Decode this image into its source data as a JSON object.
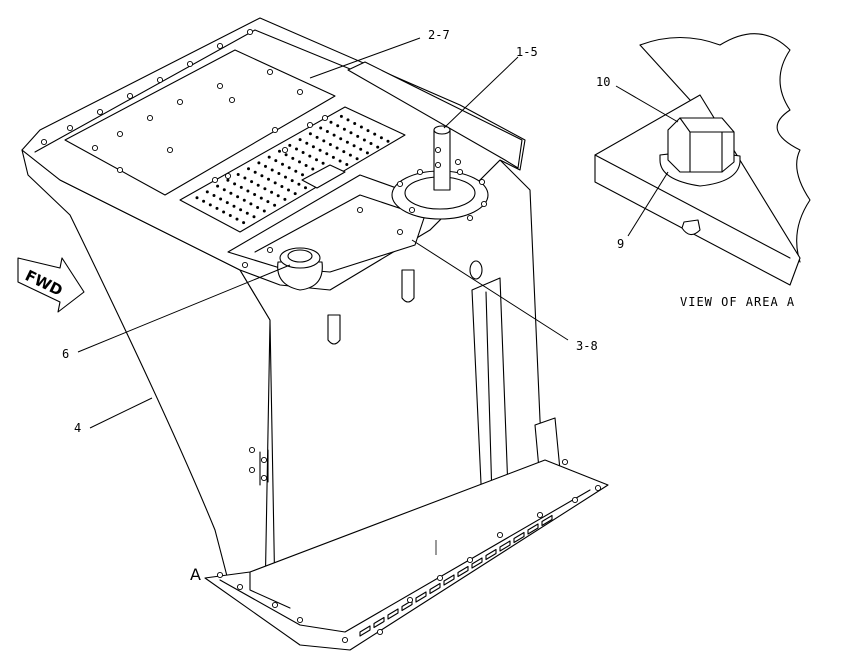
{
  "labels": {
    "c27": "2-7",
    "c15": "1-5",
    "c10": "10",
    "c9": "9",
    "c6": "6",
    "c38": "3-8",
    "c4": "4",
    "a": "A",
    "view": "VIEW OF AREA A",
    "fwd": "FWD"
  },
  "icons": {
    "fwd_arrow": "fwd-arrow-icon"
  }
}
